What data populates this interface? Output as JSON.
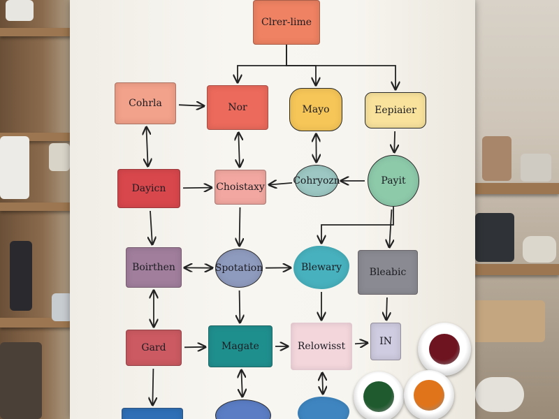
{
  "diagram": {
    "nodes": [
      {
        "id": "top",
        "label": "Clrer-lime",
        "shape": "rect",
        "color": "#ee8262"
      },
      {
        "id": "cohrla",
        "label": "Cohrla",
        "shape": "rect",
        "color": "#f2a18a"
      },
      {
        "id": "nor",
        "label": "Nor",
        "shape": "rect",
        "color": "#ec6a5c"
      },
      {
        "id": "mayo",
        "label": "Mayo",
        "shape": "rounded",
        "color": "#f6c658"
      },
      {
        "id": "eepiaier",
        "label": "Eepiaier",
        "shape": "outlined",
        "color": "#f8e29c"
      },
      {
        "id": "dayicn",
        "label": "Dayicn",
        "shape": "rect",
        "color": "#d8474c"
      },
      {
        "id": "choistaxy",
        "label": "Choistaxy",
        "shape": "rect",
        "color": "#f2a8a0"
      },
      {
        "id": "cohryozn",
        "label": "Cohryozn",
        "shape": "round",
        "color": "#9cc7c2"
      },
      {
        "id": "payit",
        "label": "Payit",
        "shape": "round",
        "color": "#8dcaaa"
      },
      {
        "id": "boirthen",
        "label": "Boirthen",
        "shape": "rect",
        "color": "#a07e9c"
      },
      {
        "id": "spotation",
        "label": "Spotation",
        "shape": "round",
        "color": "#8f9bbe"
      },
      {
        "id": "blewary",
        "label": "Blewary",
        "shape": "blob",
        "color": "#47b1bd"
      },
      {
        "id": "bleabic",
        "label": "Bleabic",
        "shape": "rect",
        "color": "#8a8a92"
      },
      {
        "id": "gard",
        "label": "Gard",
        "shape": "rect",
        "color": "#cc5a62"
      },
      {
        "id": "magate",
        "label": "Magate",
        "shape": "rect",
        "color": "#1f8f8e"
      },
      {
        "id": "relowisst",
        "label": "Relowisst",
        "shape": "plain",
        "color": "#f2d6dc"
      },
      {
        "id": "in",
        "label": "IN",
        "shape": "rect",
        "color": "#cfcbe0"
      },
      {
        "id": "b1",
        "label": "",
        "shape": "rect",
        "color": "#2e6fb6"
      },
      {
        "id": "b2",
        "label": "",
        "shape": "round",
        "color": "#5b7dc4"
      },
      {
        "id": "b3",
        "label": "",
        "shape": "blob",
        "color": "#3f86c1"
      }
    ],
    "edges": [
      {
        "from": "top",
        "to": "nor",
        "dir": "forward"
      },
      {
        "from": "top",
        "to": "mayo",
        "dir": "forward"
      },
      {
        "from": "top",
        "to": "eepiaier",
        "dir": "forward"
      },
      {
        "from": "cohrla",
        "to": "nor",
        "dir": "forward"
      },
      {
        "from": "cohrla",
        "to": "dayicn",
        "dir": "both"
      },
      {
        "from": "nor",
        "to": "choistaxy",
        "dir": "both"
      },
      {
        "from": "mayo",
        "to": "cohryozn",
        "dir": "both"
      },
      {
        "from": "eepiaier",
        "to": "payit",
        "dir": "forward"
      },
      {
        "from": "dayicn",
        "to": "choistaxy",
        "dir": "forward"
      },
      {
        "from": "cohryozn",
        "to": "choistaxy",
        "dir": "forward"
      },
      {
        "from": "payit",
        "to": "cohryozn",
        "dir": "forward"
      },
      {
        "from": "dayicn",
        "to": "boirthen",
        "dir": "forward"
      },
      {
        "from": "choistaxy",
        "to": "spotation",
        "dir": "forward"
      },
      {
        "from": "payit",
        "to": "blewary",
        "dir": "forward"
      },
      {
        "from": "payit",
        "to": "bleabic",
        "dir": "forward"
      },
      {
        "from": "boirthen",
        "to": "spotation",
        "dir": "both"
      },
      {
        "from": "spotation",
        "to": "blewary",
        "dir": "forward"
      },
      {
        "from": "boirthen",
        "to": "gard",
        "dir": "both"
      },
      {
        "from": "spotation",
        "to": "magate",
        "dir": "forward"
      },
      {
        "from": "blewary",
        "to": "relowisst",
        "dir": "forward"
      },
      {
        "from": "bleabic",
        "to": "in",
        "dir": "forward"
      },
      {
        "from": "gard",
        "to": "magate",
        "dir": "forward"
      },
      {
        "from": "magate",
        "to": "relowisst",
        "dir": "forward"
      },
      {
        "from": "relowisst",
        "to": "in",
        "dir": "forward"
      },
      {
        "from": "gard",
        "to": "b1",
        "dir": "forward"
      },
      {
        "from": "magate",
        "to": "b2",
        "dir": "both"
      },
      {
        "from": "relowisst",
        "to": "b3",
        "dir": "both"
      }
    ]
  },
  "paint_cups": [
    {
      "name": "maroon-paint-cup",
      "color": "#6e1420"
    },
    {
      "name": "green-paint-cup",
      "color": "#1f5a2e"
    },
    {
      "name": "orange-paint-cup",
      "color": "#e0741a"
    }
  ]
}
